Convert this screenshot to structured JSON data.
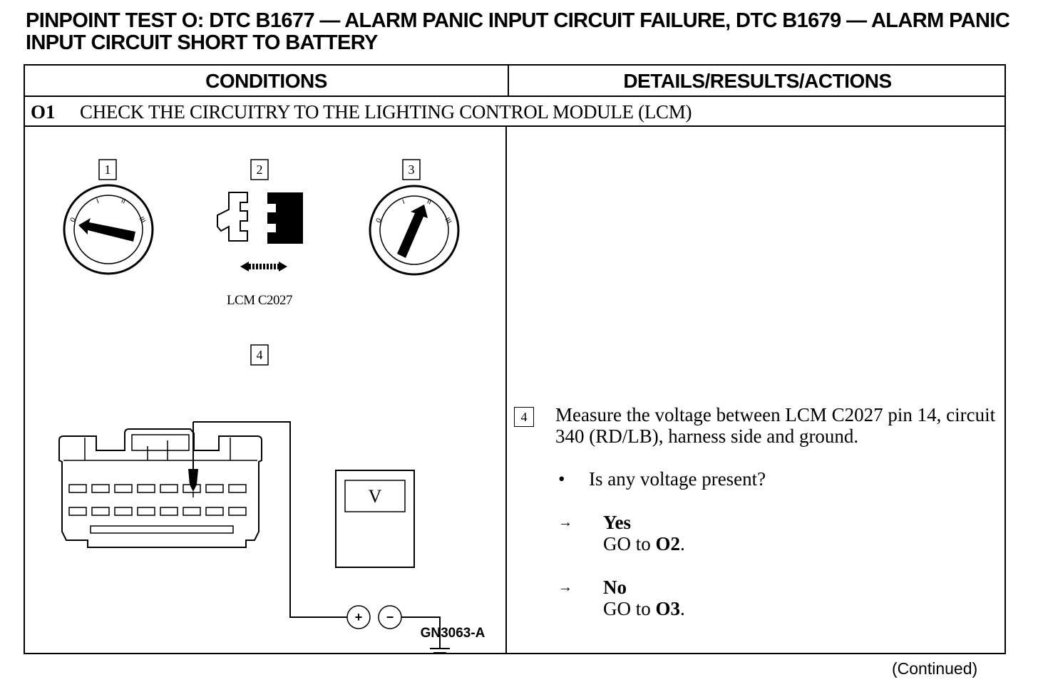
{
  "title": "PINPOINT TEST O:  DTC B1677 — ALARM PANIC INPUT CIRCUIT FAILURE, DTC B1679 — ALARM PANIC INPUT CIRCUIT SHORT TO BATTERY",
  "table": {
    "headers": {
      "conditions": "CONDITIONS",
      "details": "DETAILS/RESULTS/ACTIONS"
    },
    "step": {
      "number": "O1",
      "title": "CHECK THE CIRCUITRY TO THE LIGHTING CONTROL MODULE (LCM)"
    }
  },
  "diagram": {
    "callouts": [
      "1",
      "2",
      "3",
      "4"
    ],
    "connector_label": "LCM C2027",
    "meter_label": "V",
    "plus_symbol": "+",
    "minus_symbol": "−",
    "ignition_positions": [
      "0",
      "I",
      "II",
      "III"
    ],
    "figure_id": "GN3063-A"
  },
  "details": {
    "step_ref": "4",
    "instruction": "Measure the voltage between LCM C2027 pin 14, circuit 340 (RD/LB), harness side and ground.",
    "bullet": "•",
    "question": "Is any voltage present?",
    "arrow": "→",
    "answers": [
      {
        "label": "Yes",
        "action_prefix": "GO to ",
        "action_target": "O2",
        "action_suffix": "."
      },
      {
        "label": "No",
        "action_prefix": "GO to ",
        "action_target": "O3",
        "action_suffix": "."
      }
    ]
  },
  "footer": {
    "continued": "(Continued)"
  }
}
